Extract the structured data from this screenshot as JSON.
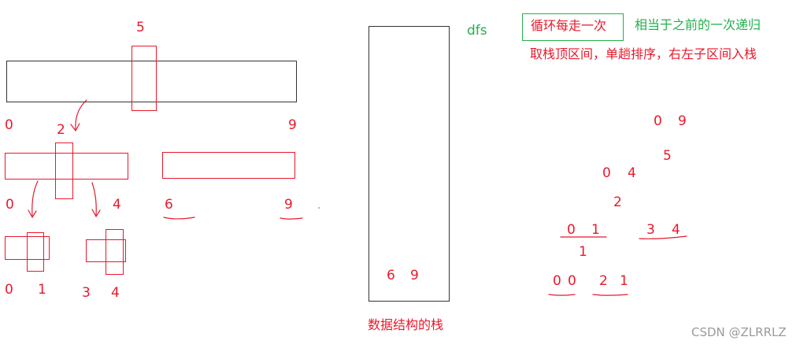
{
  "left": {
    "top_pivot": "5",
    "top_left_index": "0",
    "top_right_index": "9",
    "mid_pivot": "2",
    "mid_left_index": "0",
    "mid_right_index": "4",
    "right_seg_left": "6",
    "right_seg_right": "9",
    "bottom": [
      "0",
      "1",
      "3",
      "4"
    ]
  },
  "stack": {
    "label": "dfs",
    "content_a": "6",
    "content_b": "9",
    "caption": "数据结构的栈"
  },
  "notes": {
    "boxed": "循环每走一次",
    "equivalent": "相当于之前的一次递归",
    "steps": "取栈顶区间，单趟排序，右左子区间入栈"
  },
  "trace": {
    "r1_a": "0",
    "r1_b": "9",
    "r2": "5",
    "r3_a": "0",
    "r3_b": "4",
    "r4": "2",
    "r5_a": "0",
    "r5_b": "1",
    "r5_c": "3",
    "r5_d": "4",
    "r6": "1",
    "r7_a": "0",
    "r7_b": "0",
    "r7_c": "2",
    "r7_d": "1"
  },
  "watermark": "CSDN @ZLRRLZ"
}
